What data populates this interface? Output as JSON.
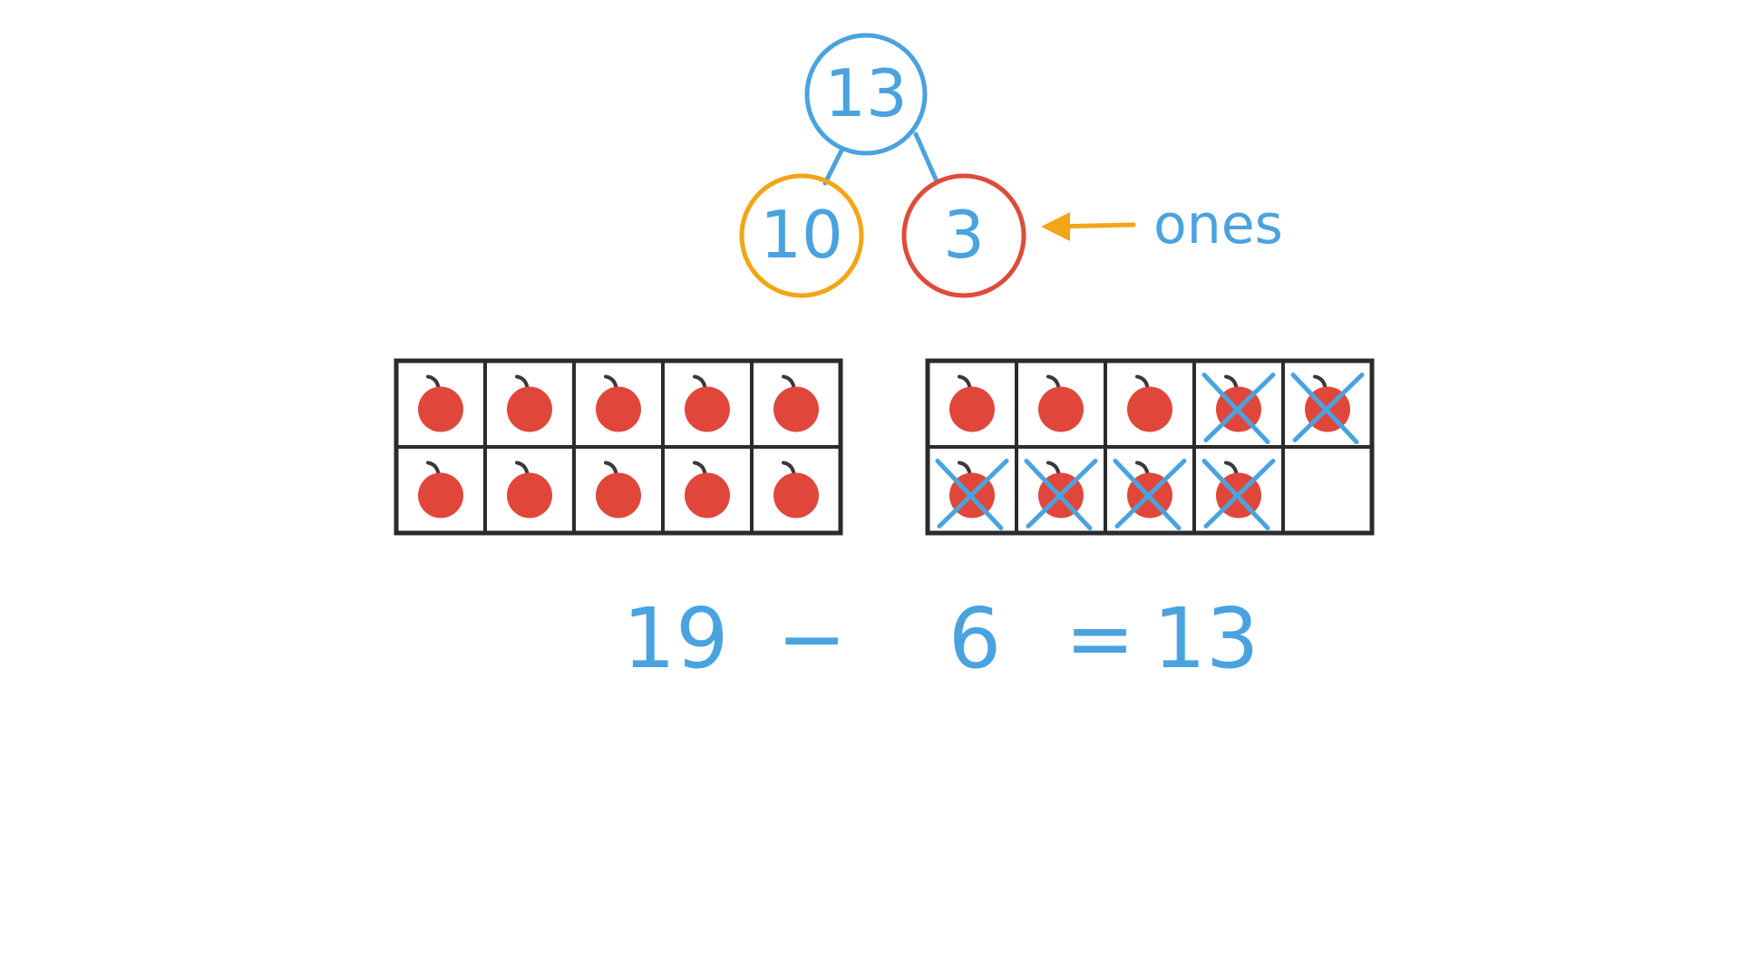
{
  "colors": {
    "blue": "#4aa3df",
    "orange": "#f2a516",
    "red": "#e04a3a",
    "apple": "#e0473a",
    "stem": "#3a3a3a",
    "grid": "#2b2b2b"
  },
  "number_bond": {
    "whole": "13",
    "tens_part": "10",
    "ones_part": "3",
    "ones_label": "ones"
  },
  "ten_frames": [
    {
      "apples": 10,
      "crossed": []
    },
    {
      "apples": 9,
      "crossed": [
        3,
        4,
        5,
        6,
        7,
        8
      ]
    }
  ],
  "equation": {
    "minuend": "19",
    "operator": "−",
    "subtrahend": "6",
    "equals": "=",
    "result": "13"
  }
}
